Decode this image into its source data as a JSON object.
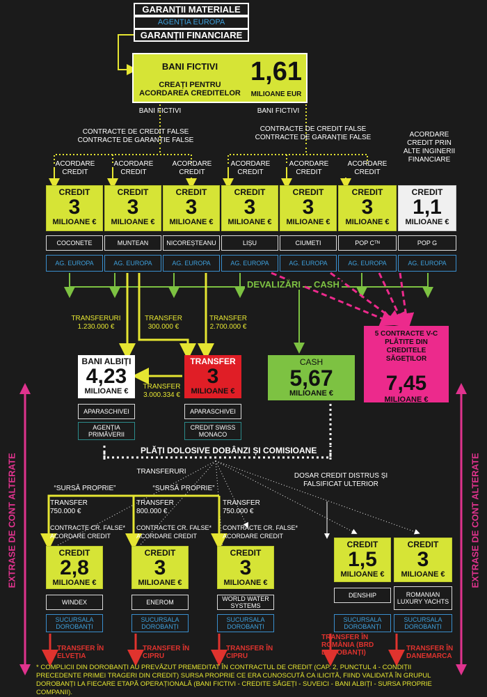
{
  "header": {
    "line1": "GARANȚII MATERIALE",
    "line2": "AGENȚIA EUROPA",
    "line3": "GARANȚII FINANCIARE"
  },
  "main_box": {
    "title": "BANI FICTIVI",
    "subtitle": "CREAȚI PENTRU ACORDAREA CREDITELOR",
    "value": "1,61",
    "unit": "MILIOANE EUR"
  },
  "labels": {
    "bani_fictivi_left": "BANI FICTIVI",
    "bani_fictivi_right": "BANI FICTIVI",
    "contracte_left": "CONTRACTE DE CREDIT FALSE CONTRACTE DE GARANȚIE FALSE",
    "contracte_right": "CONTRACTE DE CREDIT FALSE CONTRACTE DE GARANȚIE FALSE",
    "acordare_alte": "ACORDARE CREDIT PRIN ALTE INGINERII FINANCIARE",
    "devalizari": "DEVALIZĂRI",
    "cash": "CASH",
    "plati": "PLĂȚI DOLOSIVE DOBÂNZI ȘI COMISIOANE",
    "transferuri_top": "TRANSFERURI",
    "sursa1": "“SURSĂ PROPRIE”",
    "sursa2": "“SURSĂ PROPRIE”",
    "dosar": "DOSAR CREDIT DISTRUS ȘI FALSIFICAT ULTERIOR",
    "left_vertical": "EXTRASE DE CONT ALTERATE",
    "right_vertical": "EXTRASE DE CONT ALTERATE",
    "footnote": "* COMPLICII DIN DOROBANȚI AU PREVĂZUT PREMEDITAT ÎN CONTRACTUL DE CREDIT (CAP. 2, PUNCTUL 4 - CONDIȚII PRECEDENTE PRIMEI TRAGERI DIN CREDIT) SURSA PROPRIE CE ERA CUNOSCUTĂ CA ILICITĂ, FIIND VALIDATĂ ÎN GRUPUL DOROBANȚI LA FIECARE ETAPĂ OPERAȚIONALĂ (BANI FICTIVI - CREDITE SĂGEȚI - SUVEICI - BANI ALBIȚI - SURSA PROPRIE COMPANII)."
  },
  "credits_row": [
    {
      "acordare": "ACORDARE CREDIT",
      "title": "CREDIT",
      "value": "3",
      "unit": "MILIOANE €",
      "name": "COCONETE",
      "agency": "AG. EUROPA"
    },
    {
      "acordare": "ACORDARE CREDIT",
      "title": "CREDIT",
      "value": "3",
      "unit": "MILIOANE €",
      "name": "MUNTEAN",
      "agency": "AG. EUROPA"
    },
    {
      "acordare": "ACORDARE CREDIT",
      "title": "CREDIT",
      "value": "3",
      "unit": "MILIOANE €",
      "name": "NICOREȘTEANU",
      "agency": "AG. EUROPA"
    },
    {
      "acordare": "ACORDARE CREDIT",
      "title": "CREDIT",
      "value": "3",
      "unit": "MILIOANE €",
      "name": "LIȘU",
      "agency": "AG. EUROPA"
    },
    {
      "acordare": "ACORDARE CREDIT",
      "title": "CREDIT",
      "value": "3",
      "unit": "MILIOANE €",
      "name": "CIUMETI",
      "agency": "AG. EUROPA"
    },
    {
      "acordare": "ACORDARE CREDIT",
      "title": "CREDIT",
      "value": "3",
      "unit": "MILIOANE €",
      "name": "POP Cᵀᴺ",
      "agency": "AG. EUROPA"
    },
    {
      "acordare": "",
      "title": "CREDIT",
      "value": "1,1",
      "unit": "MILIOANE €",
      "name": "POP G",
      "agency": "AG. EUROPA"
    }
  ],
  "transfers_mid": {
    "t1": "TRANSFERURI 1.230.000 €",
    "t2": "TRANSFER 300.000 €",
    "t3": "TRANSFER 2.700.000 €",
    "t4": "TRANSFER 3.000.334 €"
  },
  "bani_albiti": {
    "title": "BANI ALBIȚI",
    "value": "4,23",
    "unit": "MILIOANE €",
    "name": "APARASCHIVEI",
    "agency": "AGENȚIA PRIMĂVERII"
  },
  "transfer_red": {
    "title": "TRANSFER",
    "value": "3",
    "unit": "MILIOANE €",
    "name": "APARASCHIVEI",
    "bank": "CREDIT SWISS MONACO"
  },
  "cash_box": {
    "title": "CASH",
    "value": "5,67",
    "unit": "MILIOANE €"
  },
  "contracte_vc": {
    "title": "5 CONTRACTE V-C PLĂTITE DIN CREDITELE SĂGEȚILOR",
    "value": "7,45",
    "unit": "MILIOANE €"
  },
  "bottom_transfers": {
    "t1": "TRANSFER 750.000 €",
    "t2": "TRANSFER 800.000 €",
    "t3": "TRANSFER 750.000 €",
    "c1": "CONTRACTE CR. FALSE* ACORDARE CREDIT",
    "c2": "CONTRACTE CR. FALSE* ACORDARE CREDIT",
    "c3": "CONTRACTE CR. FALSE* ACORDARE CREDIT"
  },
  "bottom_credits": [
    {
      "title": "CREDIT",
      "value": "2,8",
      "unit": "MILIOANE €",
      "name": "WINDEX",
      "agency": "SUCURSALA DOROBANȚI",
      "dest": "TRANSFER ÎN ELVEȚIA"
    },
    {
      "title": "CREDIT",
      "value": "3",
      "unit": "MILIOANE €",
      "name": "ENEROM",
      "agency": "SUCURSALA DOROBANȚI",
      "dest": "TRANSFER ÎN CIPRU"
    },
    {
      "title": "CREDIT",
      "value": "3",
      "unit": "MILIOANE €",
      "name": "WORLD WATER SYSTEMS",
      "agency": "SUCURSALA DOROBANȚI",
      "dest": "TRANSFER ÎN CIPRU"
    },
    {
      "title": "CREDIT",
      "value": "1,5",
      "unit": "MILIOANE €",
      "name": "DENSHIP",
      "agency": "SUCURSALA DOROBANȚI",
      "dest": "TRANSFER ÎN ROMÂNIA (BRD DOROBANȚI)"
    },
    {
      "title": "CREDIT",
      "value": "3",
      "unit": "MILIOANE €",
      "name": "ROMANIAN LUXURY YACHTS",
      "agency": "SUCURSALA DOROBANȚI",
      "dest": "TRANSFER ÎN DANEMARCA"
    }
  ],
  "colors": {
    "yellow": "#d6e436",
    "green": "#7dc242",
    "red": "#e01e26",
    "pink": "#ec2a8c",
    "blue": "#3ea0dc",
    "bg": "#1b1b1b"
  }
}
